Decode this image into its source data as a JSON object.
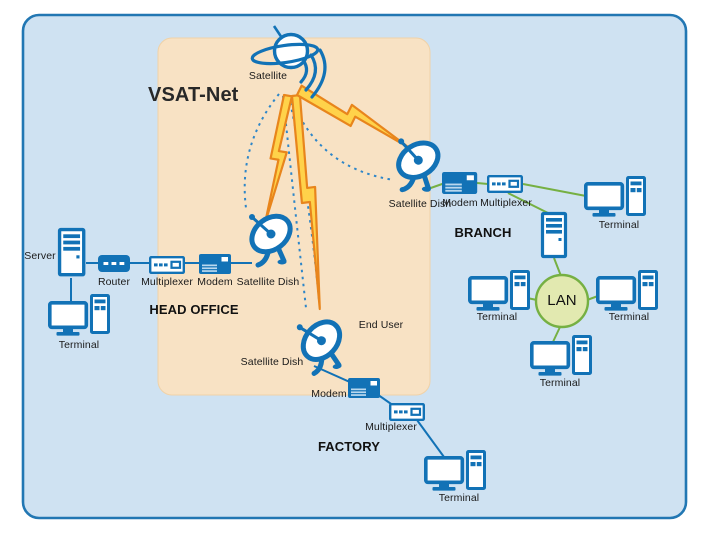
{
  "diagram_title": "VSAT-Net",
  "colors": {
    "canvas": "#cfe2f2",
    "frame_border": "#2277b3",
    "panel_peach": "#f8e2c4",
    "device_blue": "#1272b6",
    "link_green": "#76b043",
    "signal_dotted_blue": "#2e86c8",
    "bolt_fill": "#ffd24a",
    "bolt_stroke": "#e8851c",
    "lan_fill": "#e2e9b0",
    "lan_border": "#76b043",
    "text": "#1a1a1a"
  },
  "satellite": {
    "label": "Satellite"
  },
  "head_office": {
    "region_label": "HEAD OFFICE",
    "server_label": "Server",
    "router_label": "Router",
    "multiplexer_label": "Multiplexer",
    "modem_label": "Modem",
    "dish_label": "Satellite Dish",
    "terminal_label": "Terminal"
  },
  "branch": {
    "region_label": "BRANCH",
    "dish_label": "Satellite Dish",
    "modem_label": "Modem",
    "multiplexer_label": "Multiplexer",
    "lan_label": "LAN",
    "terminal_top_label": "Terminal",
    "terminal_left_label": "Terminal",
    "terminal_right_label": "Terminal",
    "terminal_bottom_label": "Terminal"
  },
  "factory": {
    "region_label": "FACTORY",
    "end_user_label": "End User",
    "dish_label": "Satellite Dish",
    "modem_label": "Modem",
    "multiplexer_label": "Multiplexer",
    "terminal_label": "Terminal"
  }
}
